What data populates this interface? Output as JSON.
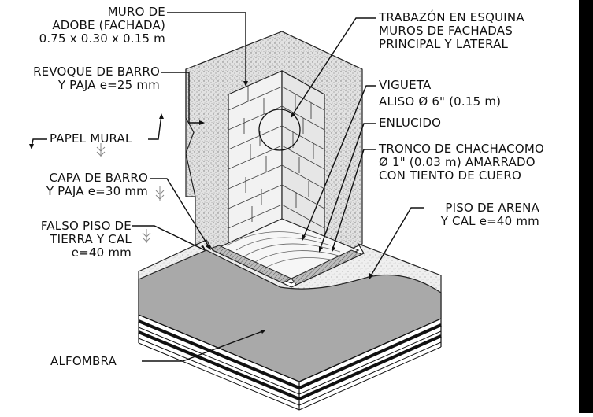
{
  "labels": {
    "muro_adobe": [
      "MURO DE",
      "ADOBE (FACHADA)",
      "0.75 x 0.30 x 0.15 m"
    ],
    "revoque": [
      "REVOQUE DE BARRO",
      "Y PAJA e=25 mm"
    ],
    "papel_mural": [
      "PAPEL MURAL"
    ],
    "capa_barro": [
      "CAPA DE BARRO",
      "Y PAJA e=30 mm"
    ],
    "falso_piso": [
      "FALSO PISO DE",
      "TIERRA Y CAL",
      "e=40 mm"
    ],
    "alfombra": [
      "ALFOMBRA"
    ],
    "trabazon": [
      "TRABAZÓN EN ESQUINA",
      "MUROS DE FACHADAS",
      "PRINCIPAL Y LATERAL"
    ],
    "vigueta": [
      "VIGUETA",
      "ALISO Ø 6\" (0.15 m)"
    ],
    "enlucido": [
      "ENLUCIDO"
    ],
    "tronco": [
      "TRONCO DE CHACHACOMO",
      "Ø 1\" (0.03 m) AMARRADO",
      "CON TIENTO DE CUERO"
    ],
    "piso_arena": [
      "PISO DE ARENA",
      "Y CAL e=40 mm"
    ]
  }
}
